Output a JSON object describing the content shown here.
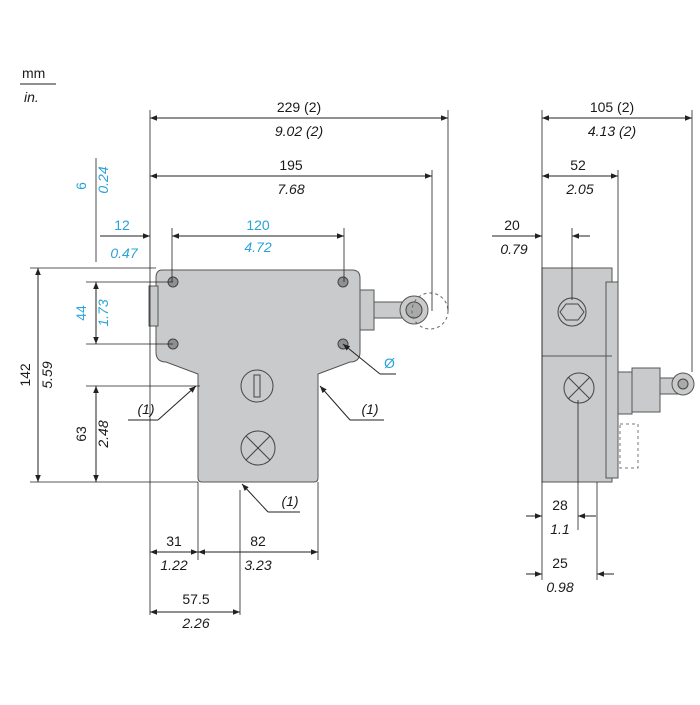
{
  "units": {
    "mm": "mm",
    "in": "in."
  },
  "front": {
    "overall_w_mm": "229 (2)",
    "overall_w_in": "9.02 (2)",
    "w195_mm": "195",
    "w195_in": "7.68",
    "w120_mm": "120",
    "w120_in": "4.72",
    "w12_mm": "12",
    "w12_in": "0.47",
    "v6_mm": "6",
    "v6_in": "0.24",
    "v44_mm": "44",
    "v44_in": "1.73",
    "h142_mm": "142",
    "h142_in": "5.59",
    "h63_mm": "63",
    "h63_in": "2.48",
    "w31_mm": "31",
    "w31_in": "1.22",
    "w82_mm": "82",
    "w82_in": "3.23",
    "w575_mm": "57.5",
    "w575_in": "2.26",
    "note1": "(1)",
    "note2": "(1)",
    "note3": "(1)",
    "diameter": "Ø"
  },
  "side": {
    "w105_mm": "105 (2)",
    "w105_in": "4.13 (2)",
    "w52_mm": "52",
    "w52_in": "2.05",
    "w20_mm": "20",
    "w20_in": "0.79",
    "w28_mm": "28",
    "w28_in": "1.1",
    "w25_mm": "25",
    "w25_in": "0.98"
  },
  "colors": {
    "accent": "#2aa3d8",
    "body": "#c9cacb",
    "line": "#222222"
  }
}
